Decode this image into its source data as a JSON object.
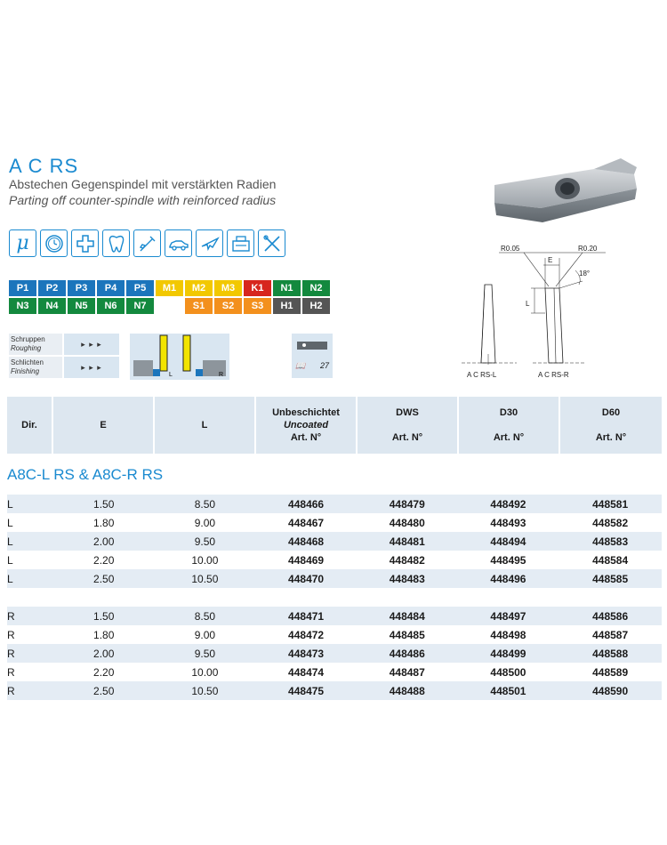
{
  "title": "A C RS",
  "subtitle_de": "Abstechen Gegenspindel mit verstärkten Radien",
  "subtitle_en": "Parting off counter-spindle with reinforced radius",
  "icons": [
    {
      "name": "micro-icon",
      "glyph": "μ"
    },
    {
      "name": "watch-icon"
    },
    {
      "name": "medical-cross-icon"
    },
    {
      "name": "tooth-icon"
    },
    {
      "name": "electronics-icon"
    },
    {
      "name": "automotive-icon"
    },
    {
      "name": "aerospace-icon"
    },
    {
      "name": "general-mechanics-icon"
    },
    {
      "name": "tools-icon"
    }
  ],
  "grades": {
    "row1": [
      {
        "label": "P1",
        "color": "#1b75bc"
      },
      {
        "label": "P2",
        "color": "#1b75bc"
      },
      {
        "label": "P3",
        "color": "#1b75bc"
      },
      {
        "label": "P4",
        "color": "#1b75bc"
      },
      {
        "label": "P5",
        "color": "#1b75bc"
      },
      {
        "label": "M1",
        "color": "#f2c800"
      },
      {
        "label": "M2",
        "color": "#f2c800"
      },
      {
        "label": "M3",
        "color": "#f2c800"
      },
      {
        "label": "K1",
        "color": "#d7261e"
      },
      {
        "label": "N1",
        "color": "#13893e"
      },
      {
        "label": "N2",
        "color": "#13893e"
      }
    ],
    "row2": [
      {
        "label": "N3",
        "color": "#13893e"
      },
      {
        "label": "N4",
        "color": "#13893e"
      },
      {
        "label": "N5",
        "color": "#13893e"
      },
      {
        "label": "N6",
        "color": "#13893e"
      },
      {
        "label": "N7",
        "color": "#13893e"
      },
      {
        "label": "",
        "color": ""
      },
      {
        "label": "S1",
        "color": "#f3901d"
      },
      {
        "label": "S2",
        "color": "#f3901d"
      },
      {
        "label": "S3",
        "color": "#f3901d"
      },
      {
        "label": "H1",
        "color": "#555555"
      },
      {
        "label": "H2",
        "color": "#555555"
      }
    ]
  },
  "operations": [
    {
      "de": "Schruppen",
      "en": "Roughing",
      "rating": "▸ ▸ ▸"
    },
    {
      "de": "Schlichten",
      "en": "Finishing",
      "rating": "▸ ▸ ▸"
    }
  ],
  "tool_diagram": {
    "left_label": "L",
    "right_label": "R"
  },
  "holder_ref": {
    "page": "27"
  },
  "drawing": {
    "r1": "R0.05",
    "r2": "R0.20",
    "e": "E",
    "angle": "18°",
    "l": "L",
    "left_caption": "A C RS-L",
    "right_caption": "A C RS-R"
  },
  "table": {
    "headers": [
      {
        "lines": [
          "Dir."
        ]
      },
      {
        "lines": [
          "E"
        ]
      },
      {
        "lines": [
          "L"
        ]
      },
      {
        "lines": [
          "Unbeschichtet",
          "Uncoated",
          "Art. N°"
        ]
      },
      {
        "lines": [
          "DWS",
          "",
          "Art. N°"
        ]
      },
      {
        "lines": [
          "D30",
          "",
          "Art. N°"
        ]
      },
      {
        "lines": [
          "D60",
          "",
          "Art. N°"
        ]
      }
    ],
    "section": "A8C-L RS & A8C-R RS",
    "group_left": [
      [
        "L",
        "1.50",
        "8.50",
        "448466",
        "448479",
        "448492",
        "448581"
      ],
      [
        "L",
        "1.80",
        "9.00",
        "448467",
        "448480",
        "448493",
        "448582"
      ],
      [
        "L",
        "2.00",
        "9.50",
        "448468",
        "448481",
        "448494",
        "448583"
      ],
      [
        "L",
        "2.20",
        "10.00",
        "448469",
        "448482",
        "448495",
        "448584"
      ],
      [
        "L",
        "2.50",
        "10.50",
        "448470",
        "448483",
        "448496",
        "448585"
      ]
    ],
    "group_right": [
      [
        "R",
        "1.50",
        "8.50",
        "448471",
        "448484",
        "448497",
        "448586"
      ],
      [
        "R",
        "1.80",
        "9.00",
        "448472",
        "448485",
        "448498",
        "448587"
      ],
      [
        "R",
        "2.00",
        "9.50",
        "448473",
        "448486",
        "448499",
        "448588"
      ],
      [
        "R",
        "2.20",
        "10.00",
        "448474",
        "448487",
        "448500",
        "448589"
      ],
      [
        "R",
        "2.50",
        "10.50",
        "448475",
        "448488",
        "448501",
        "448590"
      ]
    ]
  }
}
